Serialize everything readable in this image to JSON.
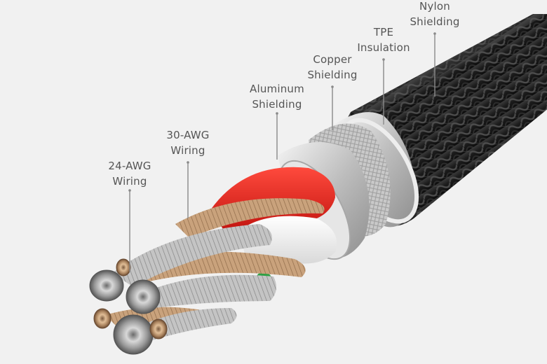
{
  "labels": {
    "awg24": {
      "line1": "24-AWG",
      "line2": "Wiring"
    },
    "awg30": {
      "line1": "30-AWG",
      "line2": "Wiring"
    },
    "aluminum": {
      "line1": "Aluminum",
      "line2": "Shielding"
    },
    "copper": {
      "line1": "Copper",
      "line2": "Shielding"
    },
    "tpe": {
      "line1": "TPE",
      "line2": "Insulation"
    },
    "nylon": {
      "line1": "Nylon",
      "line2": "Shielding"
    }
  },
  "colors": {
    "background": "#f1f1f1",
    "label_text": "#555555",
    "leader_line": "#8a8a8a",
    "nylon_braid": "#1b1b1b",
    "tpe_jacket": "#e2e2e2",
    "copper_shield": "#c9c9c9",
    "aluminum_foil": "#b8b8b8",
    "red_conductor": "#e0211a",
    "white_conductor": "#f6f6f6",
    "green_conductor": "#2fa045",
    "copper_strand": "#c9a27c",
    "silver_strand": "#b5b5b5"
  }
}
